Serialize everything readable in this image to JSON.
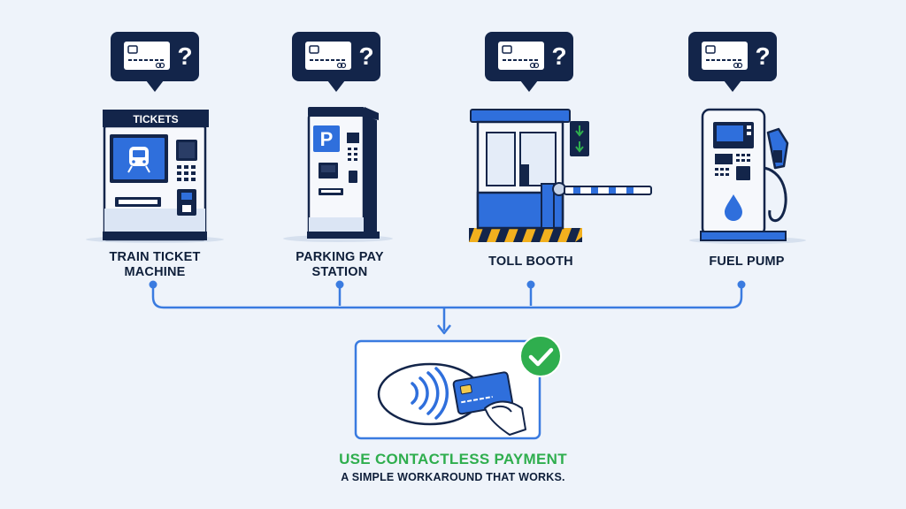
{
  "machines": [
    {
      "id": "train",
      "label_lines": [
        "TRAIN TICKET",
        "MACHINE"
      ],
      "sign": "TICKETS",
      "icon": "train-icon"
    },
    {
      "id": "parking",
      "label_lines": [
        "PARKING PAY",
        "STATION"
      ],
      "sign": "P",
      "icon": "parking-icon"
    },
    {
      "id": "toll",
      "label_lines": [
        "TOLL BOOTH"
      ],
      "icon": "toll-booth-icon"
    },
    {
      "id": "fuel",
      "label_lines": [
        "FUEL PUMP"
      ],
      "icon": "fuel-drop-icon"
    }
  ],
  "bubble": {
    "symbol": "?",
    "icon": "credit-card-icon"
  },
  "result": {
    "title": "USE CONTACTLESS PAYMENT",
    "subtitle": "A SIMPLE WORKAROUND THAT WORKS.",
    "icons": [
      "contactless-wave-icon",
      "card-in-hand-icon",
      "check-circle-icon"
    ]
  },
  "colors": {
    "navy": "#13254a",
    "blue": "#2f6fdc",
    "green": "#2fae4e",
    "background": "#eef3fa"
  }
}
